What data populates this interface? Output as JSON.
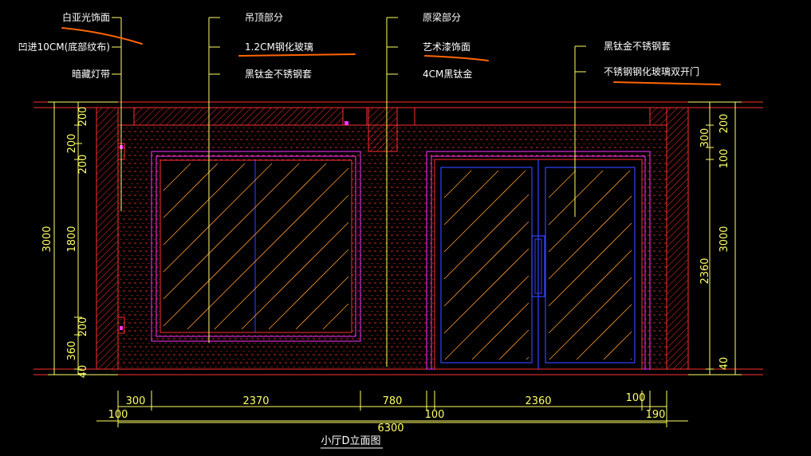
{
  "drawing": {
    "title": "小厅D立面图",
    "colors": {
      "background": "#000000",
      "dimension": "#ffff66",
      "outline": "#ff3030",
      "frame": "#ff33ff",
      "glass": "#3344ff",
      "hatch": "#ff9933",
      "text": "#ffffff",
      "leader": "#ffff66",
      "markup": "#ff6600"
    },
    "left_labels": [
      "白亚光饰面",
      "凹进10CM(底部纹布)",
      "暗藏灯带"
    ],
    "mid_labels": [
      "吊顶部分",
      "1.2CM钢化玻璃",
      "黑钛金不锈钢套"
    ],
    "mid2_labels": [
      "原梁部分",
      "艺术漆饰面",
      "4CM黑钛金"
    ],
    "right_labels": [
      "黑钛金不锈钢套",
      "不锈钢钢化玻璃双开门"
    ],
    "left_dims": {
      "outer": "3000",
      "inner": [
        "200",
        "200",
        "1800",
        "200",
        "360",
        "40"
      ],
      "top": "200"
    },
    "right_dims": {
      "outer": "3000",
      "inner": [
        "200",
        "300",
        "100",
        "2360",
        "40"
      ]
    },
    "bottom_dims": {
      "row1": [
        "300",
        "2370",
        "780",
        "2360",
        "100"
      ],
      "row2": [
        "100",
        "100",
        "190"
      ],
      "total": "6300"
    }
  }
}
